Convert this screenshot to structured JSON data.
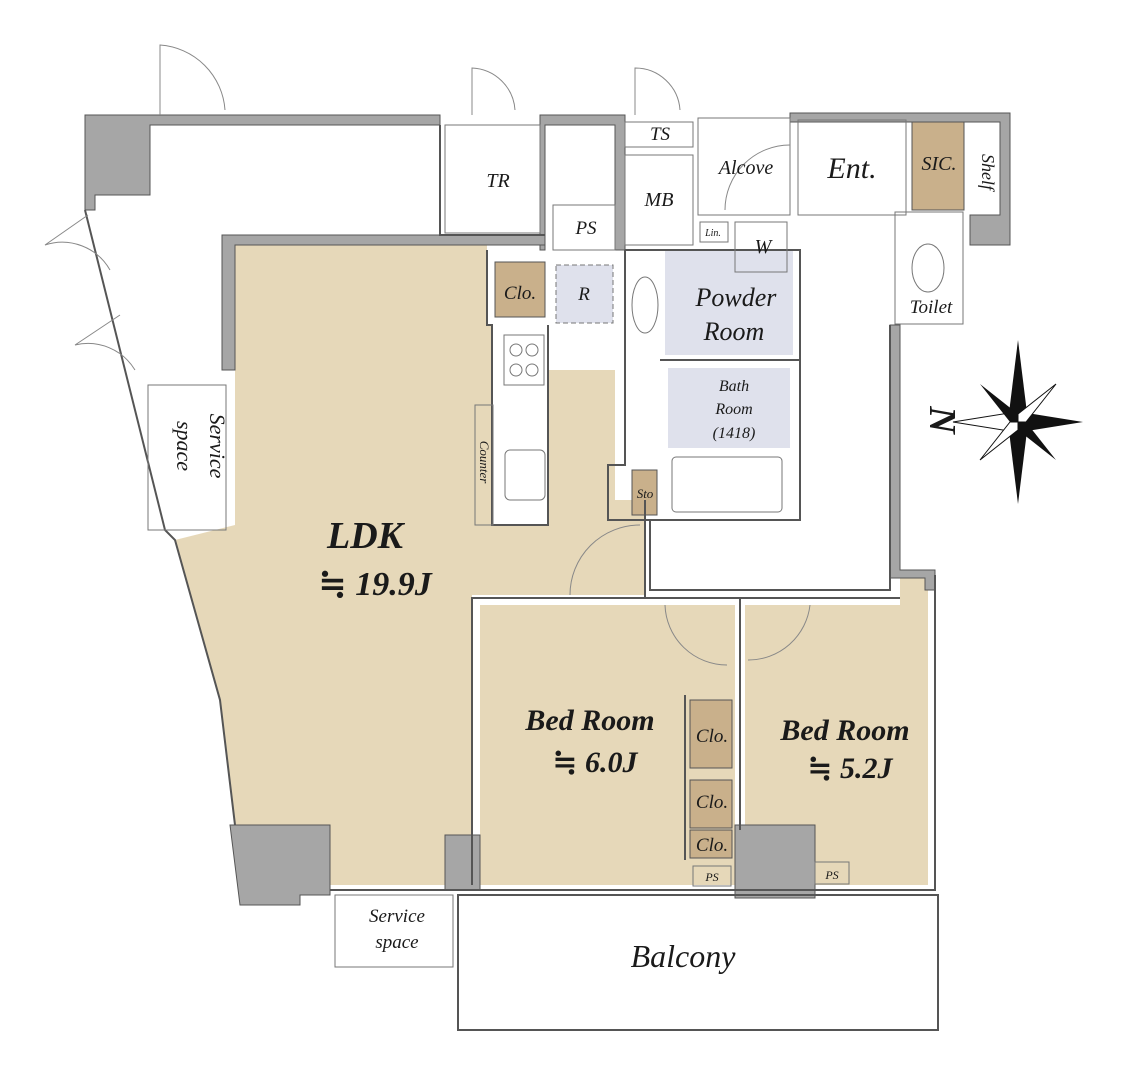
{
  "rooms": {
    "tr": "TR",
    "ts": "TS",
    "mb": "MB",
    "ps_top": "PS",
    "alcove": "Alcove",
    "entrance": "Ent.",
    "sic": "SIC.",
    "shelf": "Shelf",
    "linen": "Lin.",
    "washer": "W",
    "toilet": "Toilet",
    "powder_line1": "Powder",
    "powder_line2": "Room",
    "bath_line1": "Bath",
    "bath_line2": "Room",
    "bath_size": "(1418)",
    "closet_kitchen": "Clo.",
    "fridge": "R",
    "counter": "Counter",
    "storage": "Sto",
    "service_left_line1": "Service",
    "service_left_line2": "space",
    "ldk_name": "LDK",
    "ldk_size": "≒ 19.9J",
    "bed1_name": "Bed Room",
    "bed1_size": "≒ 6.0J",
    "bed2_name": "Bed Room",
    "bed2_size": "≒ 5.2J",
    "closet_bed_a": "Clo.",
    "closet_bed_b": "Clo.",
    "closet_bed_c": "Clo.",
    "ps_bottom_a": "PS",
    "ps_bottom_b": "PS",
    "service_bottom_line1": "Service",
    "service_bottom_line2": "space",
    "balcony": "Balcony"
  },
  "compass": {
    "label": "N",
    "icon": "compass-rose-icon"
  },
  "colors": {
    "ldk_floor": "#e6d8b9",
    "bath_floor": "#dfe1ec",
    "closet": "#c9b08b",
    "wall": "#a6a6a6"
  }
}
